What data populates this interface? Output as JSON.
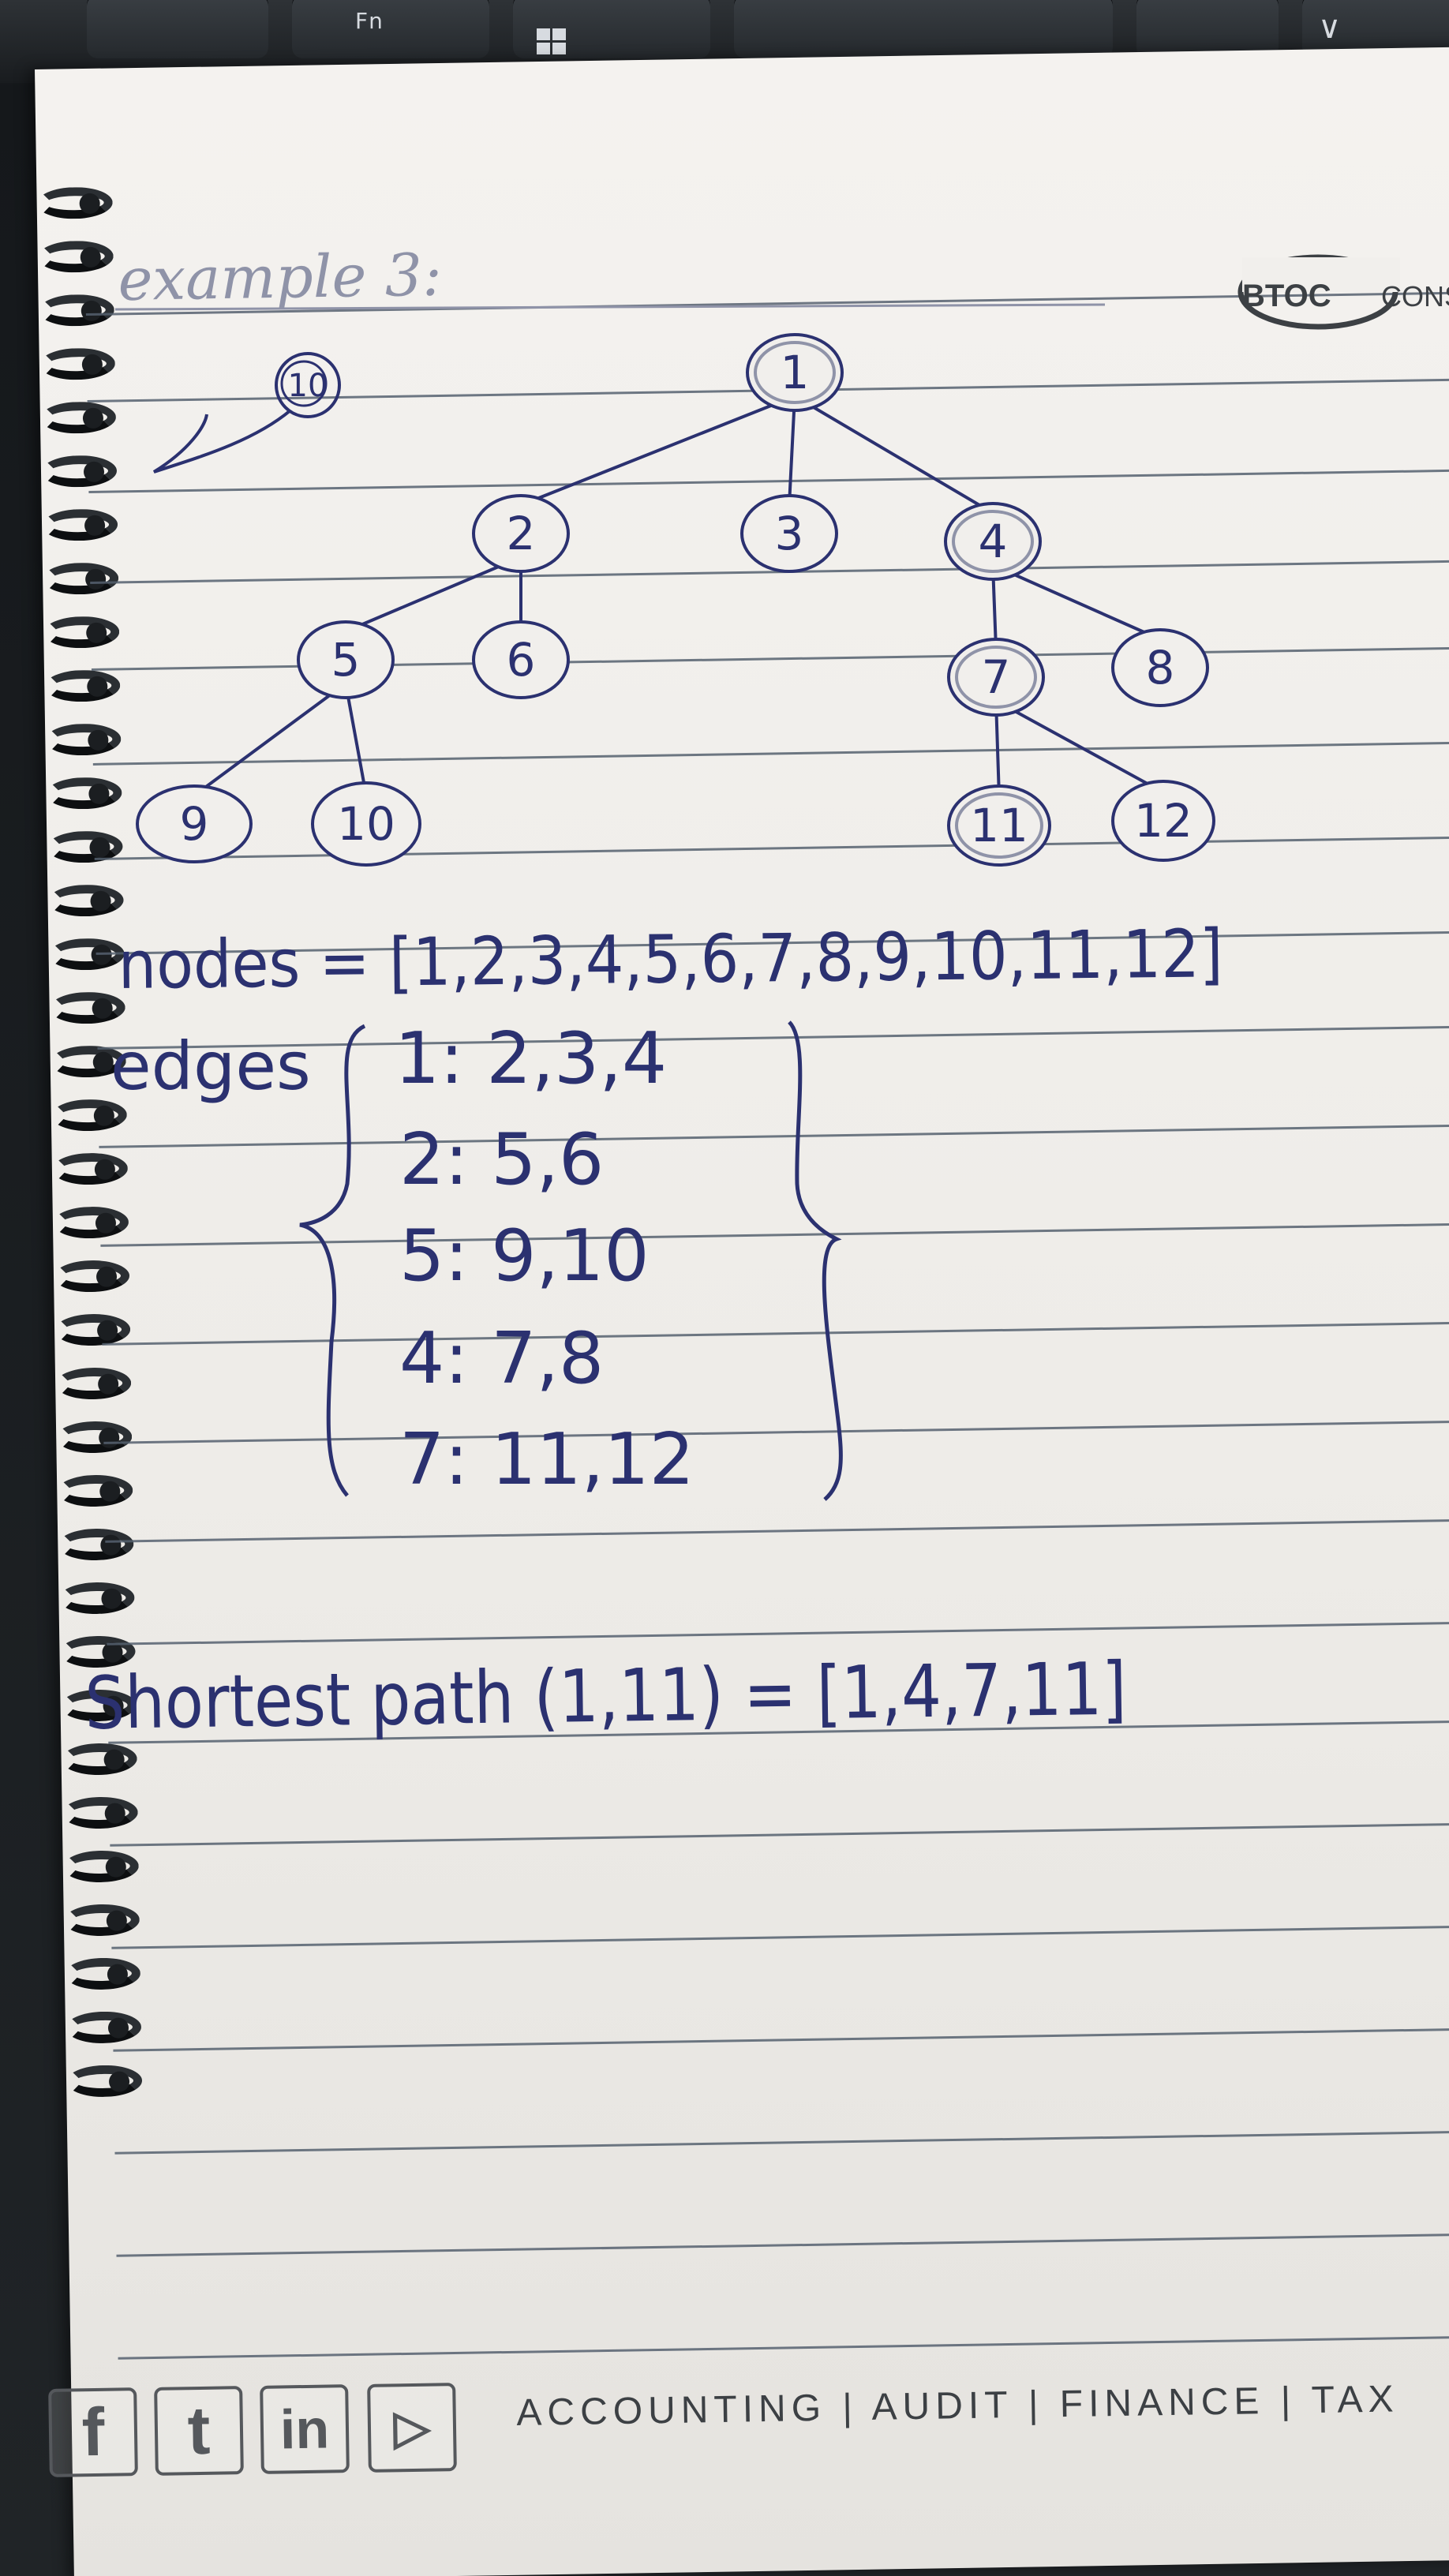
{
  "keyboard": {
    "fn_key_label": "Fn",
    "chevron_key_label": "∨"
  },
  "notebook": {
    "heading": "example 3:",
    "brand": {
      "logo_text": "BTOC",
      "logo_suffix": "CONS"
    },
    "graph": {
      "stray_node_label": "10",
      "nodes": [
        {
          "id": "1",
          "label": "1"
        },
        {
          "id": "2",
          "label": "2"
        },
        {
          "id": "3",
          "label": "3"
        },
        {
          "id": "4",
          "label": "4"
        },
        {
          "id": "5",
          "label": "5"
        },
        {
          "id": "6",
          "label": "6"
        },
        {
          "id": "7",
          "label": "7"
        },
        {
          "id": "8",
          "label": "8"
        },
        {
          "id": "9",
          "label": "9"
        },
        {
          "id": "10",
          "label": "10"
        },
        {
          "id": "11",
          "label": "11"
        },
        {
          "id": "12",
          "label": "12"
        }
      ],
      "edges": [
        [
          "1",
          "2"
        ],
        [
          "1",
          "3"
        ],
        [
          "1",
          "4"
        ],
        [
          "2",
          "5"
        ],
        [
          "2",
          "6"
        ],
        [
          "5",
          "9"
        ],
        [
          "5",
          "10"
        ],
        [
          "4",
          "7"
        ],
        [
          "4",
          "8"
        ],
        [
          "7",
          "11"
        ],
        [
          "7",
          "12"
        ]
      ]
    },
    "nodes_line": "nodes = [1,2,3,4,5,6,7,8,9,10,11,12]",
    "edges_label": "edges",
    "edge_lines": [
      "1: 2,3,4",
      "2: 5,6",
      "5: 9,10",
      "4: 7,8",
      "7: 11,12"
    ],
    "shortest_path_line": "Shortest path (1,11) = [1,4,7,11]"
  },
  "footer": {
    "social_icons": [
      {
        "name": "facebook-icon",
        "glyph": "f"
      },
      {
        "name": "twitter-icon",
        "glyph": "t"
      },
      {
        "name": "linkedin-icon",
        "glyph": "in"
      },
      {
        "name": "youtube-icon",
        "glyph": "▷"
      }
    ],
    "tagline": "ACCOUNTING | AUDIT | FINANCE | TAX"
  },
  "colors": {
    "ink": "#2b3170",
    "pencil": "#8f93a8",
    "paper": "#f1efec",
    "ruled_line": "#55606e"
  }
}
